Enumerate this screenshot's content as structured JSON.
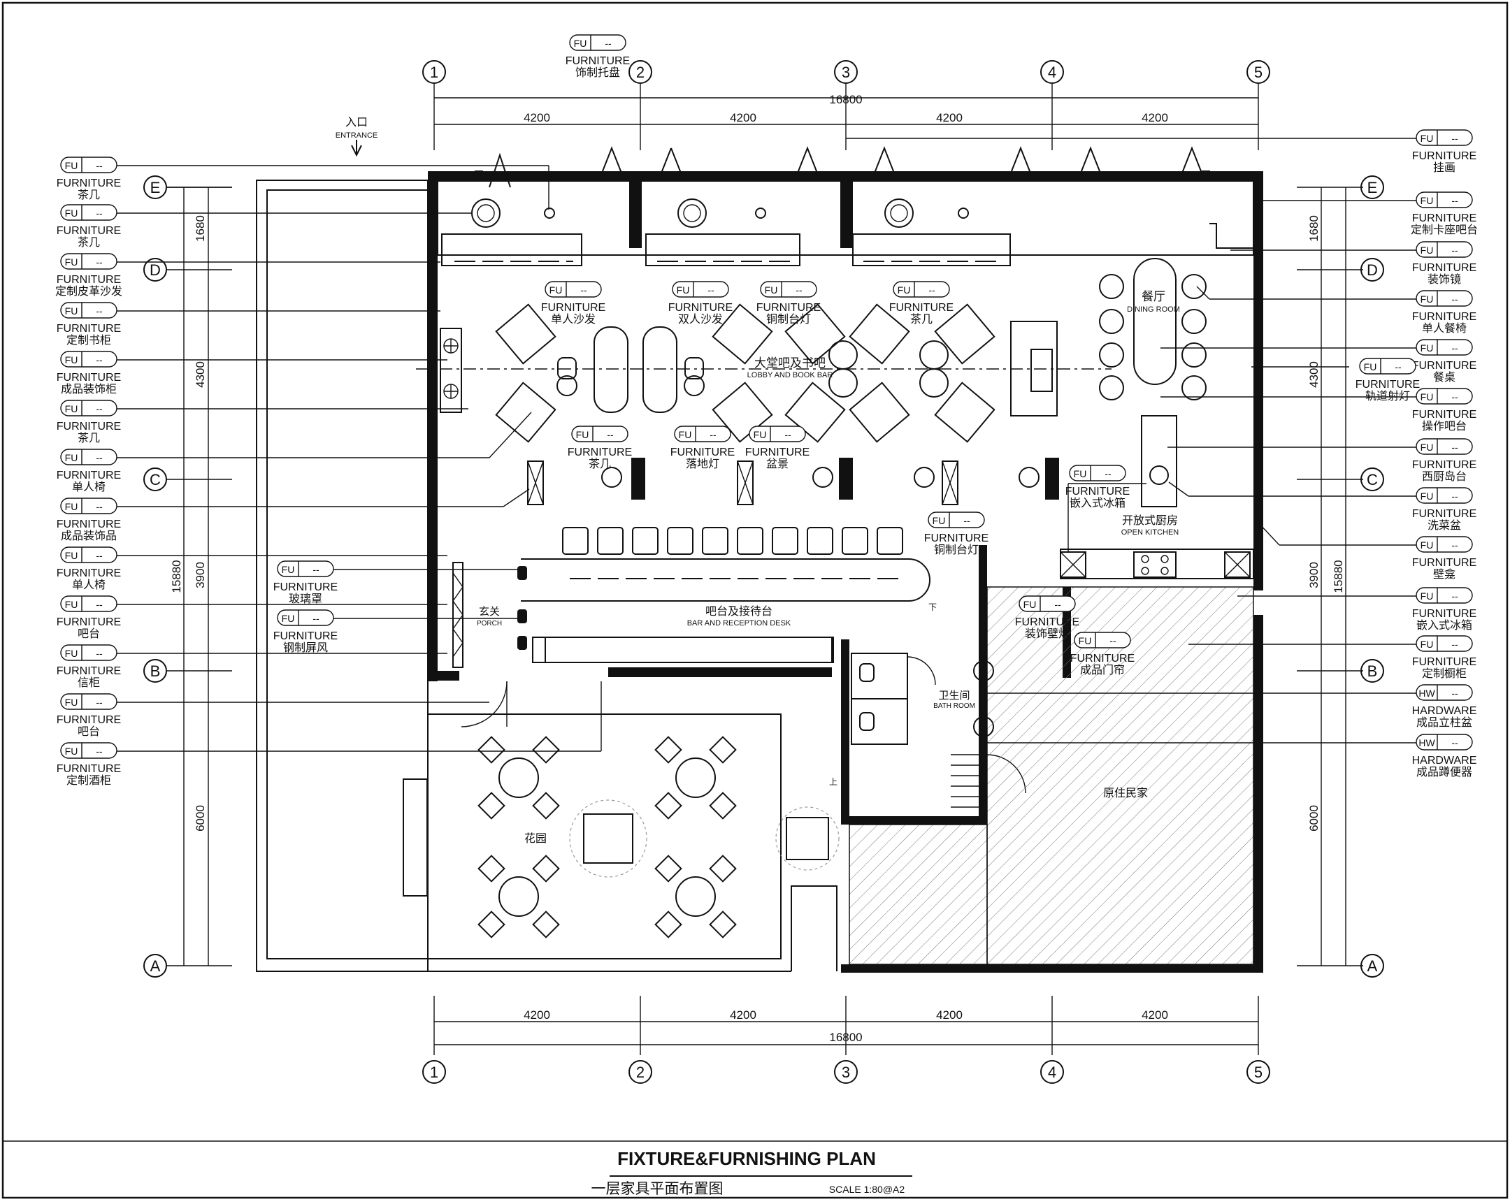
{
  "title_block": {
    "title_en": "FIXTURE&FURNISHING PLAN",
    "title_cn": "一层家具平面布置图",
    "scale": "SCALE 1:80@A2"
  },
  "grid": {
    "columns": [
      "1",
      "2",
      "3",
      "4",
      "5"
    ],
    "rows": [
      "E",
      "D",
      "C",
      "B",
      "A"
    ],
    "col_spans": [
      "4200",
      "4200",
      "4200",
      "4200"
    ],
    "total_width": "16800",
    "row_spans": [
      "1680",
      "4300",
      "3900",
      "6000"
    ],
    "total_height": "15880"
  },
  "entrance": {
    "cn": "入口",
    "en": "ENTRANCE"
  },
  "rooms": {
    "lobby_cn": "大堂吧及书吧",
    "lobby_en": "LOBBY AND BOOK BAR",
    "dining_cn": "餐厅",
    "dining_en": "DINING ROOM",
    "kitchen_cn": "开放式厨房",
    "kitchen_en": "OPEN KITCHEN",
    "bar_cn": "吧台及接待台",
    "bar_en": "BAR AND RECEPTION DESK",
    "porch_cn": "玄关",
    "porch_en": "PORCH",
    "bath_cn": "卫生间",
    "bath_en": "BATH ROOM",
    "garden_cn": "花园",
    "neighbor_cn": "原住民家",
    "down_mark": "下",
    "up_mark": "上"
  },
  "tags": {
    "fu": "FU",
    "hw": "HW",
    "dash": "--",
    "furniture": "FURNITURE",
    "hardware": "HARDWARE"
  },
  "labels": {
    "top": "饰制托盘",
    "left": [
      "茶几",
      "茶几",
      "定制皮革沙发",
      "定制书柜",
      "成品装饰柜",
      "茶几",
      "单人椅",
      "成品装饰品",
      "单人椅",
      "吧台",
      "信柜",
      "吧台",
      "定制酒柜"
    ],
    "right": [
      "挂画",
      "定制卡座吧台",
      "装饰镜",
      "单人餐椅",
      "餐桌",
      "操作吧台",
      "西厨岛台",
      "洗菜盆",
      "壁龛",
      "嵌入式冰箱",
      "定制橱柜",
      "成品立柱盆",
      "成品蹲便器"
    ],
    "right_extra": "轨道射灯",
    "interior": {
      "single_sofa": "单人沙发",
      "double_sofa": "双人沙发",
      "copper_lamp_top": "铜制台灯",
      "coffee_table_mid": "茶几",
      "coffee_table_low": "茶几",
      "floor_lamp": "落地灯",
      "planter": "盆景",
      "embedded_fridge": "嵌入式冰箱",
      "copper_lamp_bar": "铜制台灯",
      "glass_hood": "玻璃罩",
      "steel_screen": "钢制屏风",
      "deco_lamp": "装饰壁灯",
      "door_curtain": "成品门帘"
    }
  }
}
